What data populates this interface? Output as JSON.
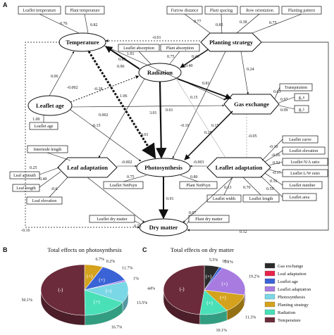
{
  "panels": {
    "a": "A",
    "b": "B",
    "c": "C"
  },
  "nodes": {
    "temperature": "Temperature",
    "planting_strategy": "Planting strategy",
    "radiation": "Radiation",
    "leaflet_age": "Leaflet age",
    "gas_exchange": "Gas exchange",
    "leaf_adaptation": "Leaf adaptation",
    "photosynthesis": "Photosynthesis",
    "leaflet_adaptation": "Leaflet adaptation",
    "dry_matter": "Dry matter"
  },
  "indicators": {
    "leaflet_temperature": "Leaflet temperature",
    "plant_temperature": "Plant temperature",
    "furrow_distance": "Furrow distance",
    "plant_spacing": "Plant spacing",
    "row_orientation": "Row orientation",
    "planting_pattern": "Planting pattern",
    "leaflet_absorption": "Leaflet absorption",
    "plant_absorption": "Plant absorption",
    "transpiration": "Transpiration",
    "gs": "g_s",
    "gi": "g_i",
    "leaflet_age_box": "Leaflet age",
    "internode_length": "Internode length",
    "leaf_azimuth": "Leaf azimuth",
    "leaf_length": "Leaf length",
    "leaf_elevation": "Leaf elevation",
    "leaflet_netpsyn": "Leaflet NetPsyn",
    "plant_netpsyn": "Plant NetPsyn",
    "leaflet_curve": "Leaflet curve",
    "leaflet_elevation": "Leaflet elevation",
    "leaflet_na_ratio": "Leaflet N/A ratio",
    "leaflet_lw_ratio": "Leaflet L/W ratio",
    "leaflet_number": "Leaflet number",
    "leaflet_area": "Leaflet area",
    "leaflet_width": "Leaflet width",
    "leaflet_length": "Leaflet length",
    "leaflet_dry_matter": "Leaflet dry matter",
    "plant_dry_matter": "Plant dry matter"
  },
  "coefficients": {
    "c076": "0.76",
    "c082": "0.82",
    "c001": "-0.01",
    "c077": "0.77",
    "c085": "0.85",
    "c038": "0.38",
    "c075": "0.75",
    "c101": "1.01",
    "c040": "0.40",
    "c046": "0.46",
    "c083": "0.83",
    "c106": "1.06",
    "c096": "0.96",
    "c0002a": "-0.002",
    "c028": "-0.28",
    "c0002b": "0.002",
    "c081": "0.81",
    "c024": "0.24",
    "c100": "1.00",
    "c015a": "-0.15",
    "c301": "3.01",
    "c001b": "0.01",
    "c001c": "0.01",
    "c015b": "0.15",
    "c028b": "0.28",
    "c016neg": "-0.16",
    "c015c": "0.15",
    "c003a": "0.03",
    "c097": "0.97",
    "c099": "0.99",
    "c006": "0.06",
    "c025": "0.25",
    "c049": "0.49",
    "c06": "-0.6",
    "c0002c": "-0.002",
    "c0003": "-0.003",
    "c075b": "0.75",
    "c080": "0.80",
    "c091": "0.91",
    "c010": "-0.10",
    "c026": "-0.26",
    "c052": "0.52",
    "c017": "-0.17",
    "c016": "0.16",
    "c013": "0.13",
    "c070": "0.70",
    "c059": "0.59",
    "c005": "-0.05",
    "c075c": "0.75",
    "c007": "0.07",
    "c016b": "-0.16",
    "c012": "0.12"
  },
  "pie_b": {
    "title": "Total effects on photosynthesis",
    "values": [
      6.7,
      0.2,
      11.7,
      1,
      13.5,
      16.7,
      50.1
    ],
    "labels": [
      "6.7%",
      "0.2%",
      "11.7%",
      "1%",
      "13.5%",
      "16.7%",
      "50.1%"
    ],
    "signs": [
      "(+)",
      "(-)",
      "(+)",
      "(+)",
      "(+)",
      "(+)",
      "(-)"
    ]
  },
  "pie_c": {
    "title": "Total effects on dry matter",
    "values": [
      5.5,
      0,
      1.1,
      19.2,
      11.3,
      10.1,
      44
    ],
    "labels": [
      "5.5%",
      "0%",
      "1.1%",
      "19.2%",
      "11.3%",
      "10.1%",
      "44%"
    ],
    "signs": [
      "(+)",
      "(-)",
      "(+)",
      "(+)",
      "(+)",
      "(+)",
      "(-)"
    ]
  },
  "legend": {
    "items": [
      {
        "label": "Gas exchange",
        "color": "#2b2b2b"
      },
      {
        "label": "Leaf adaptation",
        "color": "#e8234a"
      },
      {
        "label": "Leaflet age",
        "color": "#3a63d6"
      },
      {
        "label": "Leaflet adaptation",
        "color": "#a77be0"
      },
      {
        "label": "Photosynthesis",
        "color": "#7ad7e6"
      },
      {
        "label": "Planting strategy",
        "color": "#d4a21c"
      },
      {
        "label": "Radiation",
        "color": "#49e0b8"
      },
      {
        "label": "Temperature",
        "color": "#6b2b3a"
      }
    ]
  }
}
